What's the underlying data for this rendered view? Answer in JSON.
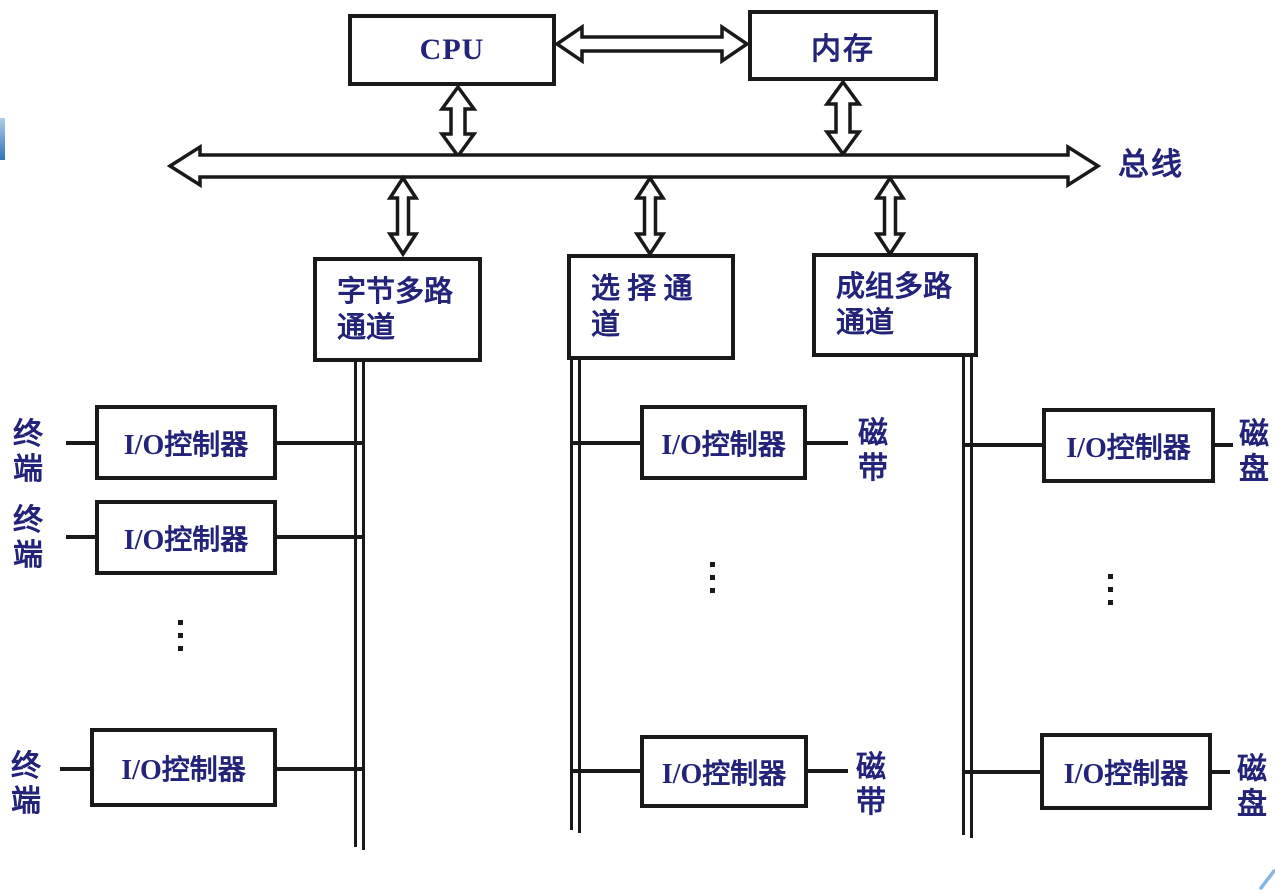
{
  "diagram": {
    "cpu_label": "CPU",
    "memory_label": "内存",
    "bus_label": "总线",
    "channels": [
      {
        "line1": "字节多路",
        "line2": "通道"
      },
      {
        "line1": "选 择 通",
        "line2": "道"
      },
      {
        "line1": "成组多路",
        "line2": "通道"
      }
    ],
    "io_controller_label": "I/O控制器",
    "devices": {
      "terminal": "终端",
      "tape": "磁带",
      "disk": "磁盘"
    },
    "icons": {
      "vertical_ellipsis": "⋮"
    },
    "colors": {
      "label_text": "#23237a",
      "line": "#191919",
      "accent_bar": "#2e74b5"
    }
  }
}
